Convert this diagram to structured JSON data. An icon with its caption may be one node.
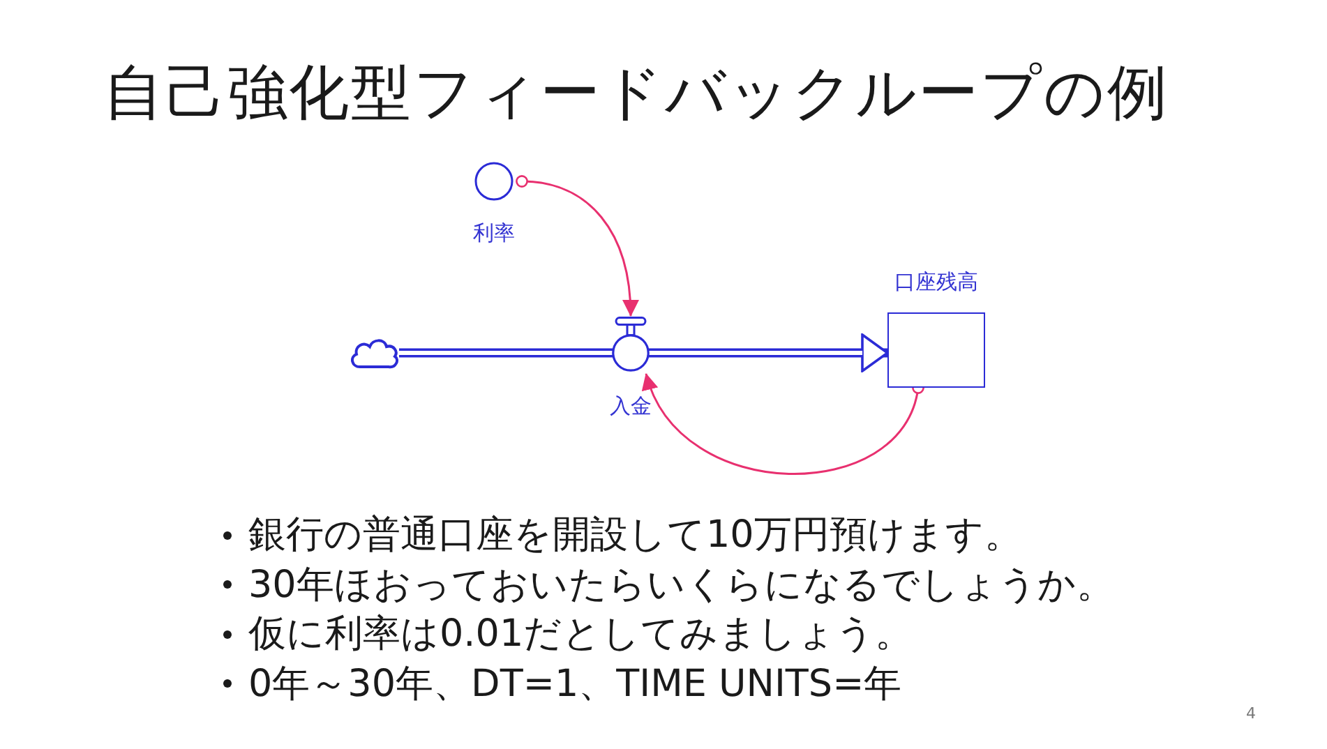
{
  "diagram": {
    "title": "自己強化型フィードバックループの例",
    "nodes": [
      {
        "text": [
          "利率"
        ]
      },
      {
        "text": [],
        "shape": "cloud"
      },
      {
        "text": [
          "入金"
        ]
      },
      {
        "text": [
          "口座残高"
        ]
      }
    ],
    "edges": [
      {
        "from": 1,
        "to": 2,
        "arrow": "none",
        "style": "thick"
      },
      {
        "from": 2,
        "to": 3,
        "arrow": "to",
        "style": "thick"
      },
      {
        "from": 0,
        "to": 2,
        "arrow": "to",
        "color": "#e8306f"
      },
      {
        "from": 3,
        "to": 2,
        "arrow": "to",
        "color": "#e8306f"
      }
    ],
    "labels": [
      "銀行の普通口座を開設して10万円預けます。",
      "30年ほおっておいたらいくらになるでしょうか。",
      "仮に利率は0.01だとしてみましょう。",
      "0年～30年、DT=1、TIME UNITS=年",
      "4"
    ]
  }
}
